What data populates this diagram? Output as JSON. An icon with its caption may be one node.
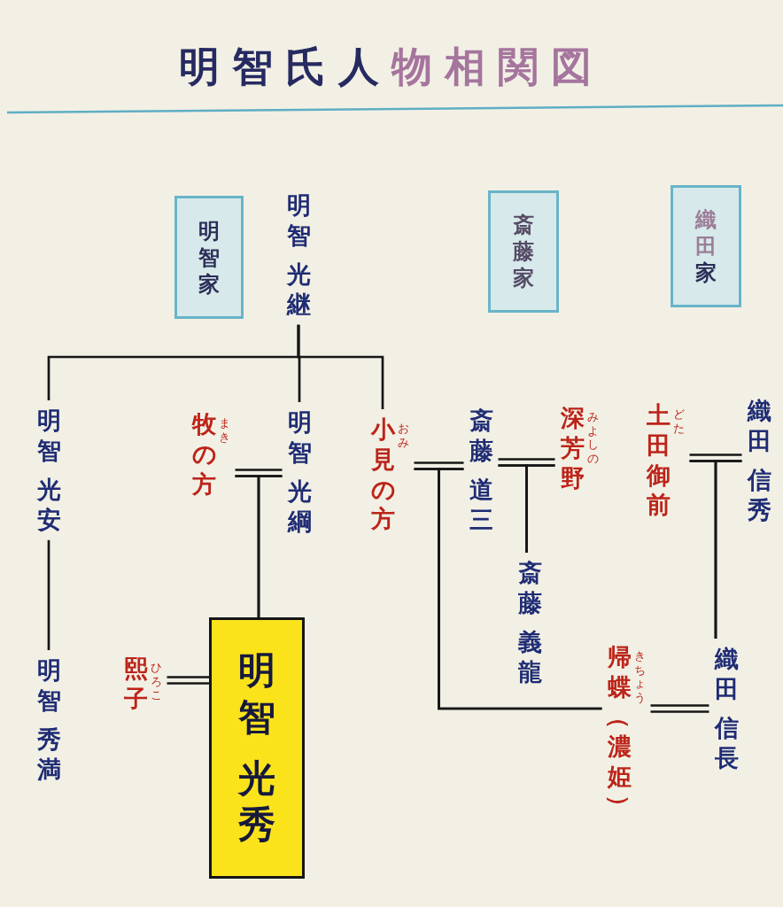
{
  "diagram": {
    "title": "明智氏人物相関図",
    "nodes": [
      {
        "text": [
          "明智家"
        ]
      },
      {
        "text": [
          "明智光継"
        ]
      },
      {
        "text": [
          "斎藤家"
        ]
      },
      {
        "text": [
          "織田家"
        ]
      },
      {
        "text": [
          "明智光安"
        ]
      },
      {
        "text": [
          "牧の方"
        ],
        "beside": [
          "まき"
        ]
      },
      {
        "text": [
          "明智光綱"
        ]
      },
      {
        "text": [
          "小見の方"
        ],
        "beside": [
          "おみ"
        ]
      },
      {
        "text": [
          "斎藤道三"
        ]
      },
      {
        "text": [
          "深芳野"
        ],
        "beside": [
          "みよしの"
        ]
      },
      {
        "text": [
          "土田御前"
        ],
        "beside": [
          "どた"
        ]
      },
      {
        "text": [
          "織田信秀"
        ]
      },
      {
        "text": [
          "明智秀満"
        ]
      },
      {
        "text": [
          "熙子"
        ],
        "beside": [
          "ひろこ"
        ]
      },
      {
        "text": [
          "明智光秀"
        ]
      },
      {
        "text": [
          "斎藤義龍"
        ]
      },
      {
        "text": [
          "帰蝶（濃姫）"
        ],
        "beside": [
          "きちょう"
        ]
      },
      {
        "text": [
          "織田信長"
        ]
      }
    ],
    "edges": [
      {
        "from": 1,
        "to": 4,
        "arrow": "none"
      },
      {
        "from": 1,
        "to": 6,
        "arrow": "none"
      },
      {
        "from": 1,
        "to": 7,
        "arrow": "none"
      },
      {
        "from": 4,
        "to": 12,
        "arrow": "none"
      },
      {
        "from": 5,
        "to": 6,
        "arrow": "none"
      },
      {
        "from": 5,
        "to": 14,
        "arrow": "none"
      },
      {
        "from": 6,
        "to": 14,
        "arrow": "none"
      },
      {
        "from": 7,
        "to": 8,
        "arrow": "none"
      },
      {
        "from": 7,
        "to": 16,
        "arrow": "none"
      },
      {
        "from": 8,
        "to": 16,
        "arrow": "none"
      },
      {
        "from": 8,
        "to": 9,
        "arrow": "none"
      },
      {
        "from": 8,
        "to": 15,
        "arrow": "none"
      },
      {
        "from": 9,
        "to": 15,
        "arrow": "none"
      },
      {
        "from": 10,
        "to": 11,
        "arrow": "none"
      },
      {
        "from": 10,
        "to": 17,
        "arrow": "none"
      },
      {
        "from": 11,
        "to": 17,
        "arrow": "none"
      },
      {
        "from": 13,
        "to": 14,
        "arrow": "none"
      },
      {
        "from": 16,
        "to": 17,
        "arrow": "none"
      }
    ]
  }
}
